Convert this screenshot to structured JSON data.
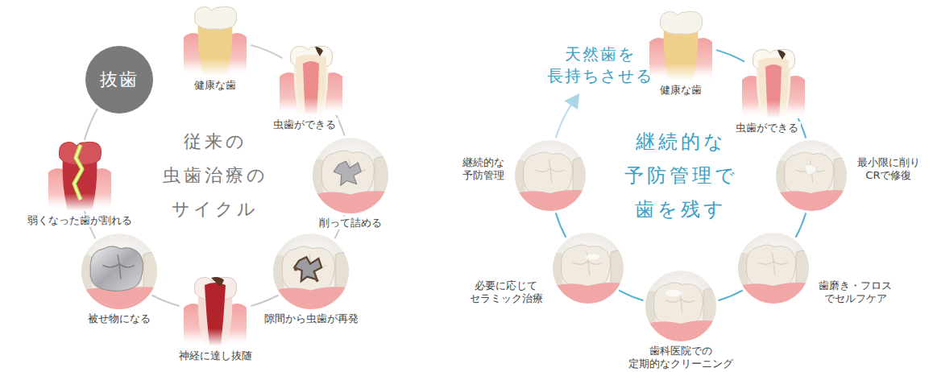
{
  "diagram": {
    "nodes": [
      {
        "text": [
          "健康な歯"
        ]
      },
      {
        "text": [
          "虫歯ができる"
        ]
      },
      {
        "text": [
          "削って詰める"
        ]
      },
      {
        "text": [
          "隙間から虫歯が再発"
        ]
      },
      {
        "text": [
          "神経に達し抜随"
        ]
      },
      {
        "text": [
          "被せ物になる"
        ]
      },
      {
        "text": [
          "弱くなった歯が割れる"
        ]
      },
      {
        "text": [
          "抜歯"
        ]
      },
      {
        "text": [
          "健康な歯"
        ]
      },
      {
        "text": [
          "虫歯ができる"
        ]
      },
      {
        "text": [
          "最小限に削り CRで修復"
        ]
      },
      {
        "text": [
          "歯磨き・フロス でセルフケア"
        ]
      },
      {
        "text": [
          "歯科医院での 定期的なクリーニング"
        ]
      },
      {
        "text": [
          "必要に応じて セラミック治療"
        ]
      },
      {
        "text": [
          "継続的な 予防管理"
        ]
      },
      {
        "text": [
          "天然歯を 長持ちさせる"
        ]
      }
    ],
    "edges": [
      {
        "from": 0,
        "to": 1,
        "arrow": "none"
      },
      {
        "from": 1,
        "to": 2,
        "arrow": "none"
      },
      {
        "from": 2,
        "to": 3,
        "arrow": "none"
      },
      {
        "from": 3,
        "to": 4,
        "arrow": "none"
      },
      {
        "from": 4,
        "to": 5,
        "arrow": "none"
      },
      {
        "from": 5,
        "to": 6,
        "arrow": "none"
      },
      {
        "from": 6,
        "to": 7,
        "arrow": "none"
      },
      {
        "from": 8,
        "to": 9,
        "arrow": "none"
      },
      {
        "from": 9,
        "to": 10,
        "arrow": "none"
      },
      {
        "from": 10,
        "to": 11,
        "arrow": "none"
      },
      {
        "from": 11,
        "to": 12,
        "arrow": "none"
      },
      {
        "from": 12,
        "to": 13,
        "arrow": "none"
      },
      {
        "from": 13,
        "to": 14,
        "arrow": "none"
      },
      {
        "from": 14,
        "to": 15,
        "arrow": "to"
      }
    ],
    "labels": [
      "従来の 虫歯治療の サイクル",
      "継続的な 予防管理で 歯を残す"
    ]
  }
}
